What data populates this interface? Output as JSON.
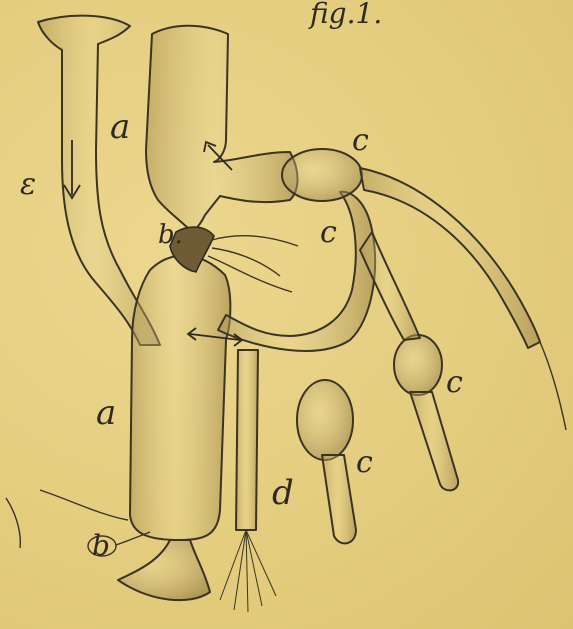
{
  "figure": {
    "title": "fig.1.",
    "labels": {
      "a_upper": "a",
      "a_lower": "a",
      "b_upper": "b.",
      "b_lower": "b",
      "epsilon": "ε",
      "c1": "c",
      "c2": "c",
      "c3": "c",
      "c4": "c",
      "d": "d"
    }
  },
  "colors": {
    "paper": "#e6cf80",
    "ink": "#2e2a22",
    "shade": "#b9a25c"
  }
}
